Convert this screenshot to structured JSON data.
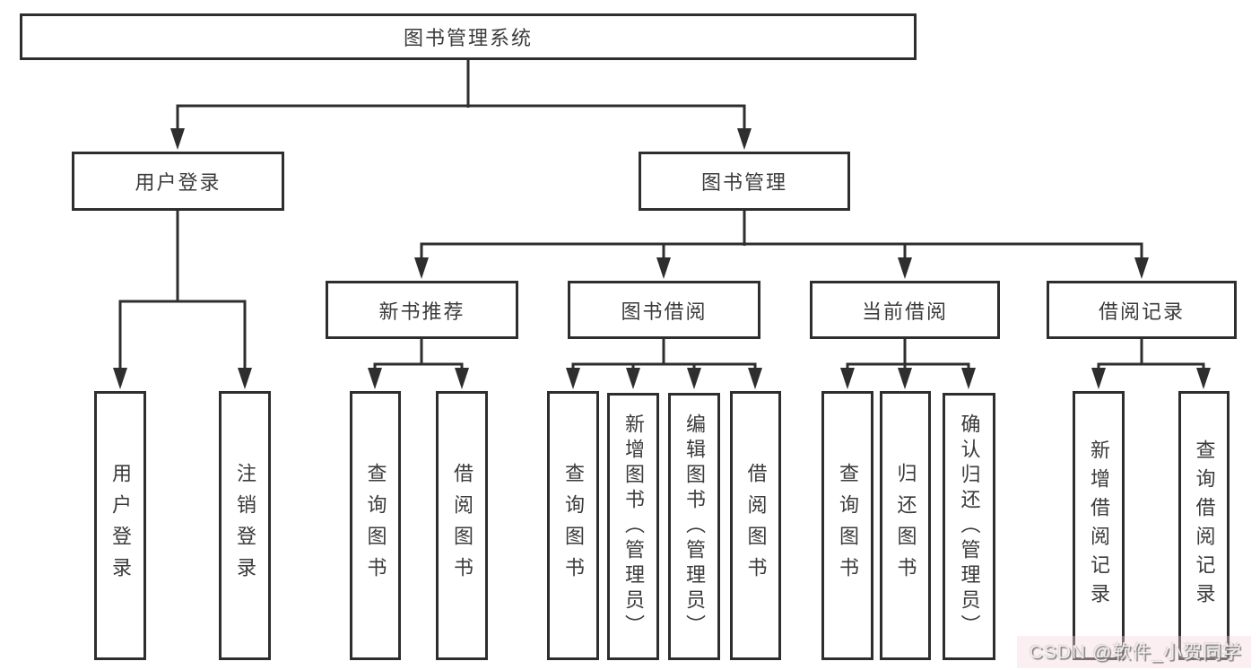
{
  "colors": {
    "line": "#2e2e2e",
    "box_border": "#2e2e2e",
    "text": "#3b3b3b",
    "watermark_bg": "#f5d7dc"
  },
  "root": {
    "label": "图书管理系统"
  },
  "branches": {
    "user_login": {
      "label": "用户登录",
      "children": {
        "login": "用户登录",
        "logout": "注销登录"
      }
    },
    "book_management": {
      "label": "图书管理",
      "children": {
        "new_book_recommend": {
          "label": "新书推荐",
          "children": {
            "query_books": "查询图书",
            "borrow_books": "借阅图书"
          }
        },
        "book_borrow": {
          "label": "图书借阅",
          "children": {
            "query_books": "查询图书",
            "add_book_admin": "新增图书（管理员）",
            "edit_book_admin": "编辑图书（管理员）",
            "borrow_books": "借阅图书"
          }
        },
        "current_borrow": {
          "label": "当前借阅",
          "children": {
            "query_books": "查询图书",
            "return_books": "归还图书",
            "confirm_return_admin": "确认归还（管理员）"
          }
        },
        "borrow_records": {
          "label": "借阅记录",
          "children": {
            "add_borrow_record": "新增借阅记录",
            "query_borrow_record": "查询借阅记录"
          }
        }
      }
    }
  },
  "watermark": {
    "text": "CSDN @软件_小贺同学"
  }
}
